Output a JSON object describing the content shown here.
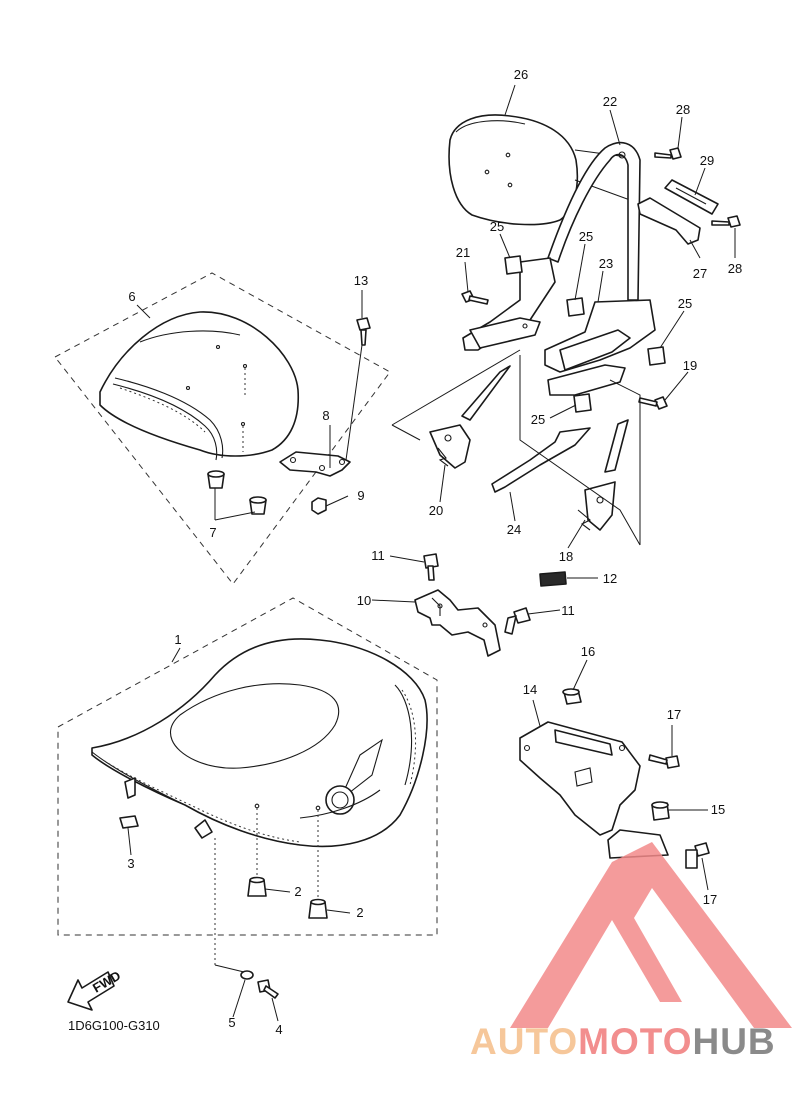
{
  "diagram_code": "1D6G100-G310",
  "fwd_label": "FWD",
  "watermark": {
    "part1": "AUTO",
    "part2": "MOTO",
    "part3": "HUB",
    "color_a": "#f6c79a",
    "color_b": "#f28e8e",
    "color_c": "#8a8a8a",
    "logo_color": "#f28a8a"
  },
  "callouts": [
    "1",
    "2",
    "2",
    "3",
    "4",
    "5",
    "6",
    "7",
    "8",
    "9",
    "10",
    "11",
    "11",
    "12",
    "13",
    "14",
    "15",
    "16",
    "17",
    "17",
    "18",
    "19",
    "20",
    "21",
    "22",
    "23",
    "24",
    "25",
    "25",
    "25",
    "25",
    "26",
    "27",
    "28",
    "28",
    "29"
  ]
}
